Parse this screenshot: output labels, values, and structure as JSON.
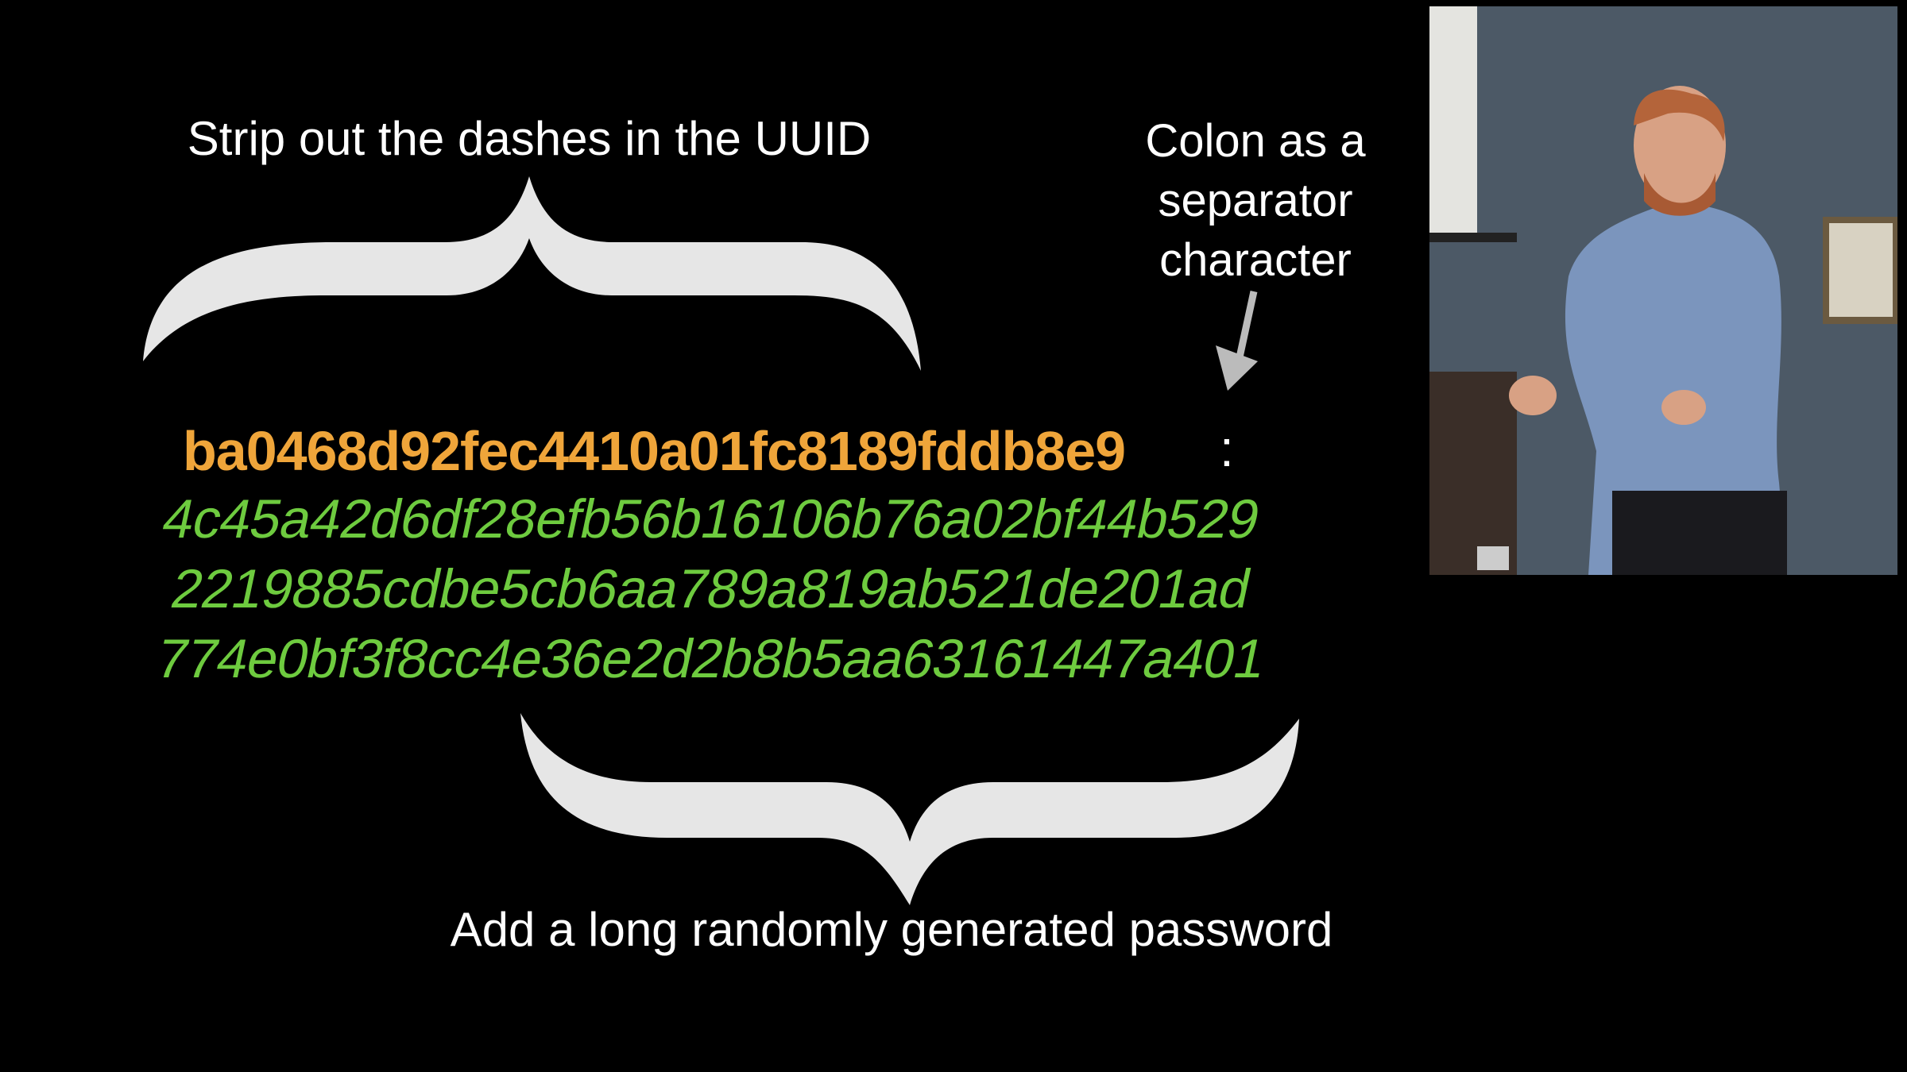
{
  "slide": {
    "top_annotation": "Strip out the dashes in the UUID",
    "separator_annotation": [
      "Colon as a",
      "separator",
      "character"
    ],
    "uuid": "ba0468d92fec4410a01fc8189fddb8e9",
    "separator": ":",
    "password_lines": [
      "4c45a42d6df28efb56b16106b76a02bf44b529",
      "2219885cdbe5cb6aa789a819ab521de201ad",
      "774e0bf3f8cc4e36e2d2b8b5aa63161447a401"
    ],
    "bottom_annotation": "Add a long randomly generated password"
  },
  "colors": {
    "uuid": "#efa53a",
    "password": "#6ecb3f",
    "brace": "#e6e6e6",
    "background": "#000000"
  }
}
